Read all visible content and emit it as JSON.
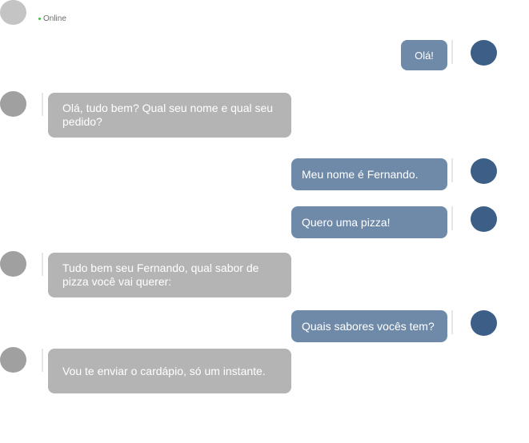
{
  "header": {
    "status_label": "Online",
    "status_color": "#3fbf3f"
  },
  "colors": {
    "user_bubble": "#6f8aa8",
    "bot_bubble": "#b4b4b4",
    "user_avatar": "#3d5f87",
    "bot_avatar": "#a0a0a0"
  },
  "messages": [
    {
      "sender": "user",
      "text": "Olá!"
    },
    {
      "sender": "bot",
      "text": "Olá, tudo bem? Qual seu nome e qual seu pedido?"
    },
    {
      "sender": "user",
      "text": "Meu nome é Fernando."
    },
    {
      "sender": "user",
      "text": "Quero uma pizza!"
    },
    {
      "sender": "bot",
      "text": "Tudo bem seu Fernando, qual sabor de pizza você vai querer:"
    },
    {
      "sender": "user",
      "text": "Quais sabores vocês tem?"
    },
    {
      "sender": "bot",
      "text": "Vou te enviar o cardápio, só um instante."
    }
  ]
}
